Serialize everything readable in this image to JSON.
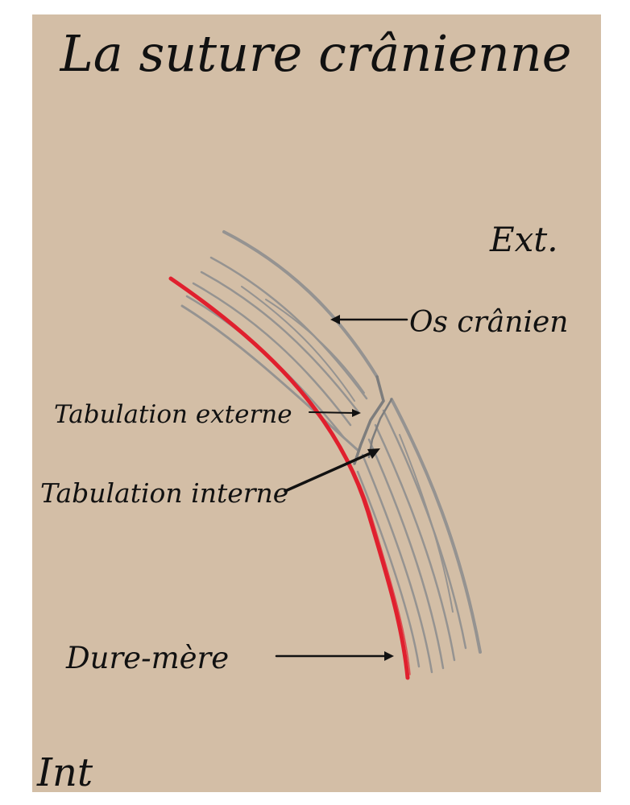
{
  "title": "La suture crânienne",
  "labels": {
    "exterior": "Ext.",
    "interior": "Int",
    "skull_bone": "Os crânien",
    "outer_table": "Tabulation externe",
    "inner_table": "Tabulation interne",
    "dura_mater": "Dure-mère"
  },
  "colors": {
    "paper": "#d3bea6",
    "bone_strokes": "#8d8d8d",
    "dura": "#e0202e",
    "ink": "#111111"
  }
}
